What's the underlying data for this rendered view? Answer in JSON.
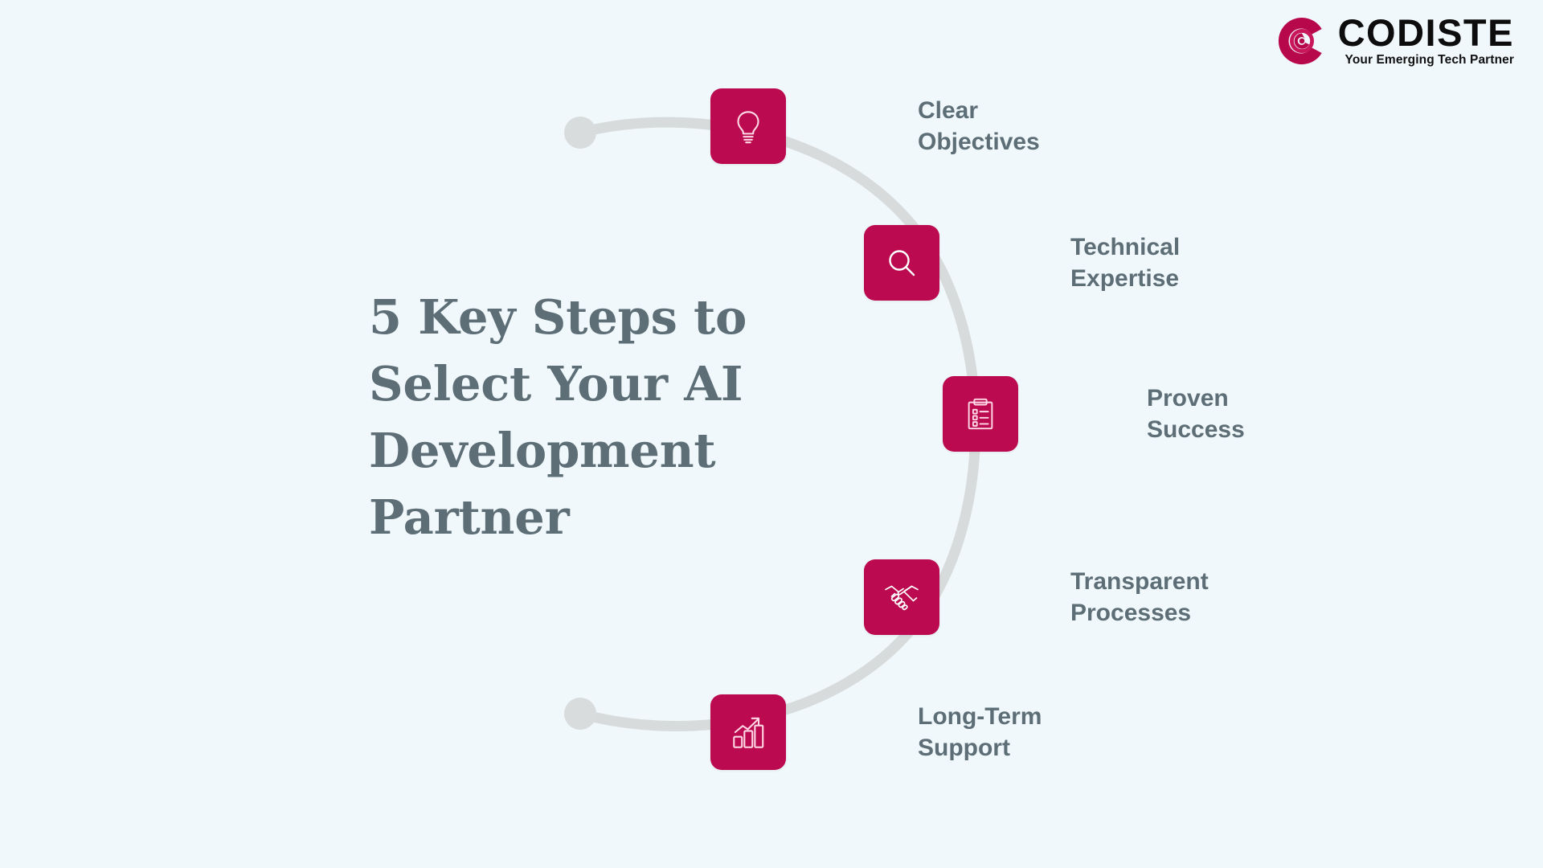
{
  "background_color": "#f0f8fb",
  "accent_color": "#bb0a4f",
  "text_color": "#5d6e77",
  "arc_color": "#d8dbdb",
  "brand": {
    "logo_icon": "codiste-circular-c-logo-icon",
    "wordmark": "CODISTE",
    "tagline": "Your Emerging Tech Partner"
  },
  "title": "5 Key Steps to Select Your AI Development Partner",
  "steps": [
    {
      "label": "Clear\nObjectives",
      "icon": "lightbulb-icon"
    },
    {
      "label": "Technical\nExpertise",
      "icon": "magnifying-glass-icon"
    },
    {
      "label": "Proven\nSuccess",
      "icon": "clipboard-checklist-icon"
    },
    {
      "label": "Transparent\nProcesses",
      "icon": "handshake-icon"
    },
    {
      "label": "Long-Term\nSupport",
      "icon": "bar-chart-growth-icon"
    }
  ],
  "arc": {
    "endpoint_top": "arc-endpoint-dot-top",
    "endpoint_bottom": "arc-endpoint-dot-bottom"
  }
}
